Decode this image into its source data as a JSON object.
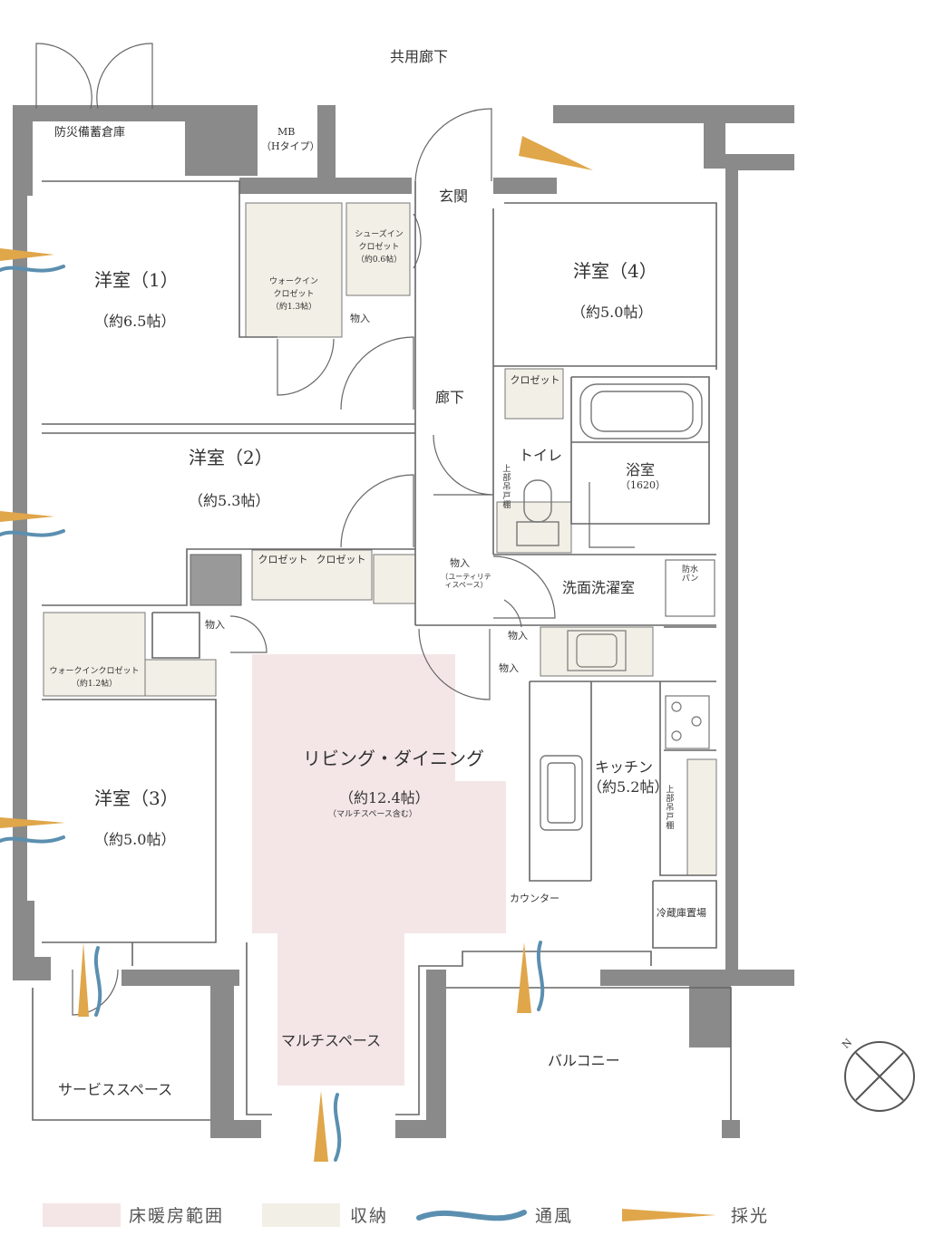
{
  "rooms": {
    "corridor_common": "共用廊下",
    "disaster_storage": "防災備蓄倉庫",
    "mb": "MB",
    "mb_type": "（Hタイプ）",
    "entrance": "玄関",
    "shoes_closet_line1": "シューズイン",
    "shoes_closet_line2": "クロゼット",
    "shoes_closet_size": "（約0.6帖）",
    "walkin1_line1": "ウォークイン",
    "walkin1_line2": "クロゼット",
    "walkin1_size": "（約1.3帖）",
    "storage_a": "物入",
    "western1_name": "洋室（1）",
    "western1_size": "（約6.5帖）",
    "western4_name": "洋室（4）",
    "western4_size": "（約5.0帖）",
    "hallway": "廊下",
    "closet_w4": "クロゼット",
    "toilet": "トイレ",
    "upper_shelf_1": "上部吊戸棚",
    "bath_name": "浴室",
    "bath_size": "（1620）",
    "western2_name": "洋室（2）",
    "western2_size": "（約5.3帖）",
    "closet_w2a": "クロゼット",
    "closet_w2b": "クロゼット",
    "utility_storage": "物入",
    "utility_space": "（ユーティリティスペース）",
    "washroom": "洗面洗濯室",
    "waterproof_pan": "防水パン",
    "storage_b": "物入",
    "storage_c": "物入",
    "storage_d": "物入",
    "walkin3_line1": "ウォークインクロゼット",
    "walkin3_size": "（約1.2帖）",
    "living_name": "リビング・ダイニング",
    "living_size": "（約12.4帖）",
    "living_note": "（マルチスペース含む）",
    "kitchen_name": "キッチン",
    "kitchen_size": "（約5.2帖）",
    "upper_shelf_2": "上部吊戸棚",
    "western3_name": "洋室（3）",
    "western3_size": "（約5.0帖）",
    "counter": "カウンター",
    "fridge": "冷蔵庫置場",
    "multispace": "マルチスペース",
    "balcony": "バルコニー",
    "service_space": "サービススペース",
    "compass_n": "N"
  },
  "legend": [
    {
      "label": "床暖房範囲",
      "color": "#f4e6e7"
    },
    {
      "label": "収納",
      "color": "#f2efe6"
    },
    {
      "label": "通風",
      "color": "#5b8fb0"
    },
    {
      "label": "採光",
      "color": "#e0a64a"
    }
  ],
  "colors": {
    "wall": "#8a8a8a",
    "line": "#666666",
    "floor_heating": "#f4e6e7",
    "storage": "#f2efe6",
    "wind": "#5b8fb0",
    "light": "#e0a64a"
  }
}
